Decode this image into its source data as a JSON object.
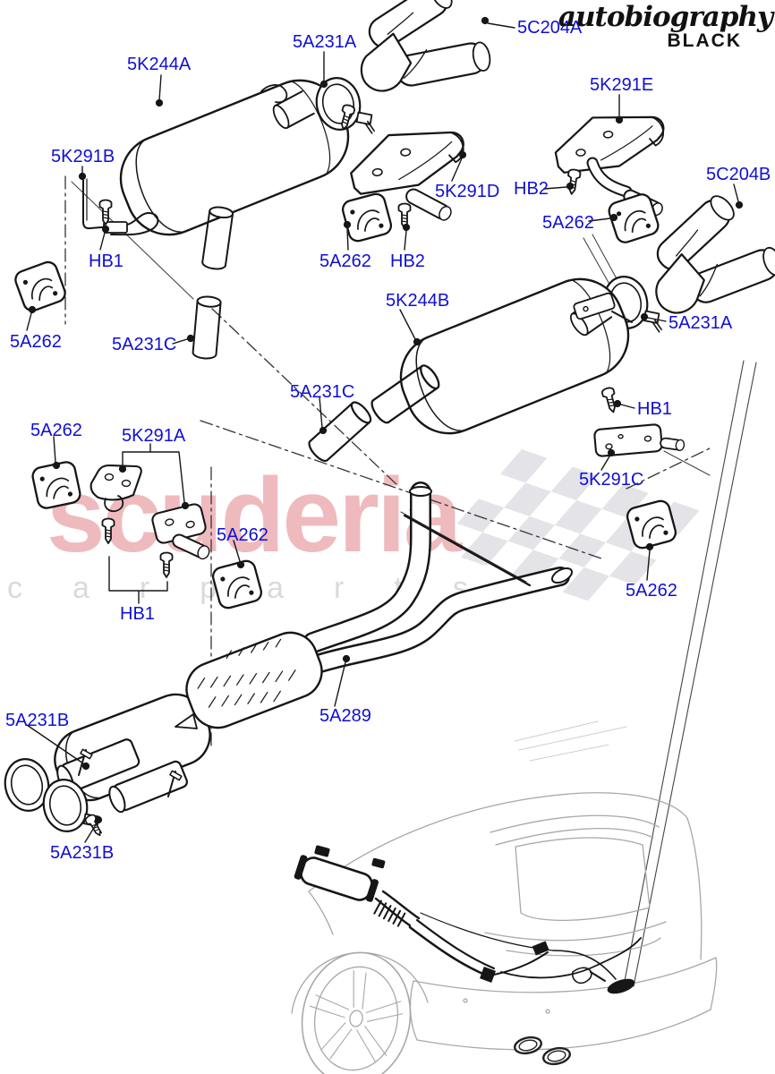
{
  "logo": {
    "script": "autobiography",
    "black": "BLACK"
  },
  "watermark": {
    "brand": "scuderia",
    "sub": "carparts"
  },
  "colors": {
    "label_blue": "#0f0fd6",
    "line_black": "#161616",
    "watermark_red": "rgba(205,45,58,0.33)",
    "flag_gray": "#e3e3e8",
    "car_gray": "#a8a8a8"
  },
  "labels": [
    {
      "text": "5C204A"
    },
    {
      "text": "5A231A"
    },
    {
      "text": "5K244A"
    },
    {
      "text": "5K291E"
    },
    {
      "text": "5K291B"
    },
    {
      "text": "5C204B"
    },
    {
      "text": "HB2"
    },
    {
      "text": "5K291D"
    },
    {
      "text": "5A262"
    },
    {
      "text": "5A262"
    },
    {
      "text": "HB2"
    },
    {
      "text": "HB1"
    },
    {
      "text": "5K244B"
    },
    {
      "text": "5A231A"
    },
    {
      "text": "5A262"
    },
    {
      "text": "5A231C"
    },
    {
      "text": "5A231C"
    },
    {
      "text": "HB1"
    },
    {
      "text": "5A262"
    },
    {
      "text": "5K291A"
    },
    {
      "text": "5K291C"
    },
    {
      "text": "5A262"
    },
    {
      "text": "5A262"
    },
    {
      "text": "HB1"
    },
    {
      "text": "5A289"
    },
    {
      "text": "5A231B"
    },
    {
      "text": "5A231B"
    }
  ]
}
